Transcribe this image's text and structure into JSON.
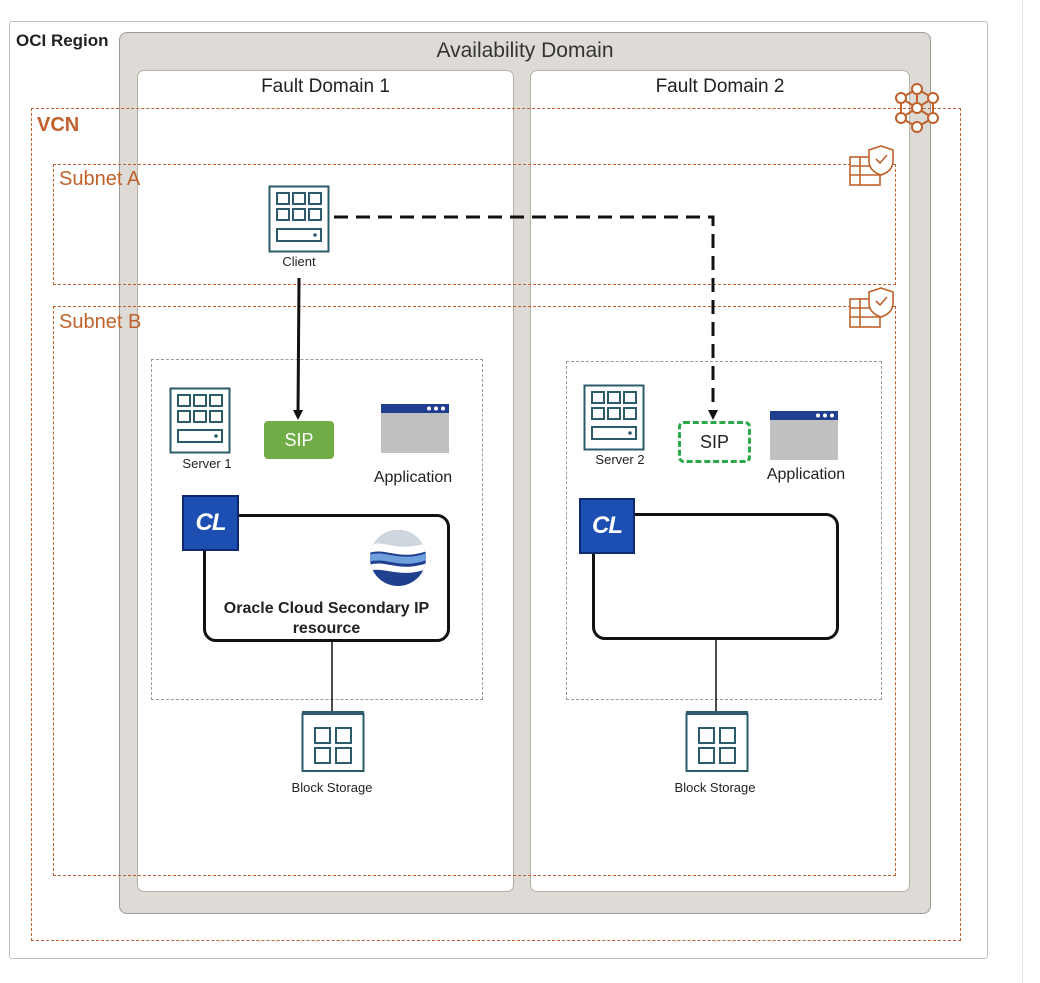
{
  "region": {
    "label": "OCI Region"
  },
  "availability_domain": {
    "label": "Availability Domain"
  },
  "fault_domains": [
    {
      "label": "Fault Domain 1"
    },
    {
      "label": "Fault Domain 2"
    }
  ],
  "vcn": {
    "label": "VCN"
  },
  "subnets": [
    {
      "label": "Subnet A"
    },
    {
      "label": "Subnet B"
    }
  ],
  "client": {
    "label": "Client"
  },
  "servers": [
    {
      "label": "Server 1",
      "sip_label": "SIP",
      "sip_state": "active",
      "app_label": "Application"
    },
    {
      "label": "Server 2",
      "sip_label": "SIP",
      "sip_state": "standby",
      "app_label": "Application"
    }
  ],
  "cluster_resource": {
    "badge": "CL",
    "label_line1": "Oracle Cloud Secondary IP",
    "label_line2": "resource"
  },
  "storage": [
    {
      "label": "Block Storage"
    },
    {
      "label": "Block Storage"
    }
  ],
  "colors": {
    "oci_orange": "#c0612b",
    "sip_active": "#70ad47",
    "sip_standby": "#2aa84a",
    "icon_teal": "#2c5b6b",
    "app_bar": "#1f3f8f",
    "cl_badge": "#1d4fb3"
  }
}
